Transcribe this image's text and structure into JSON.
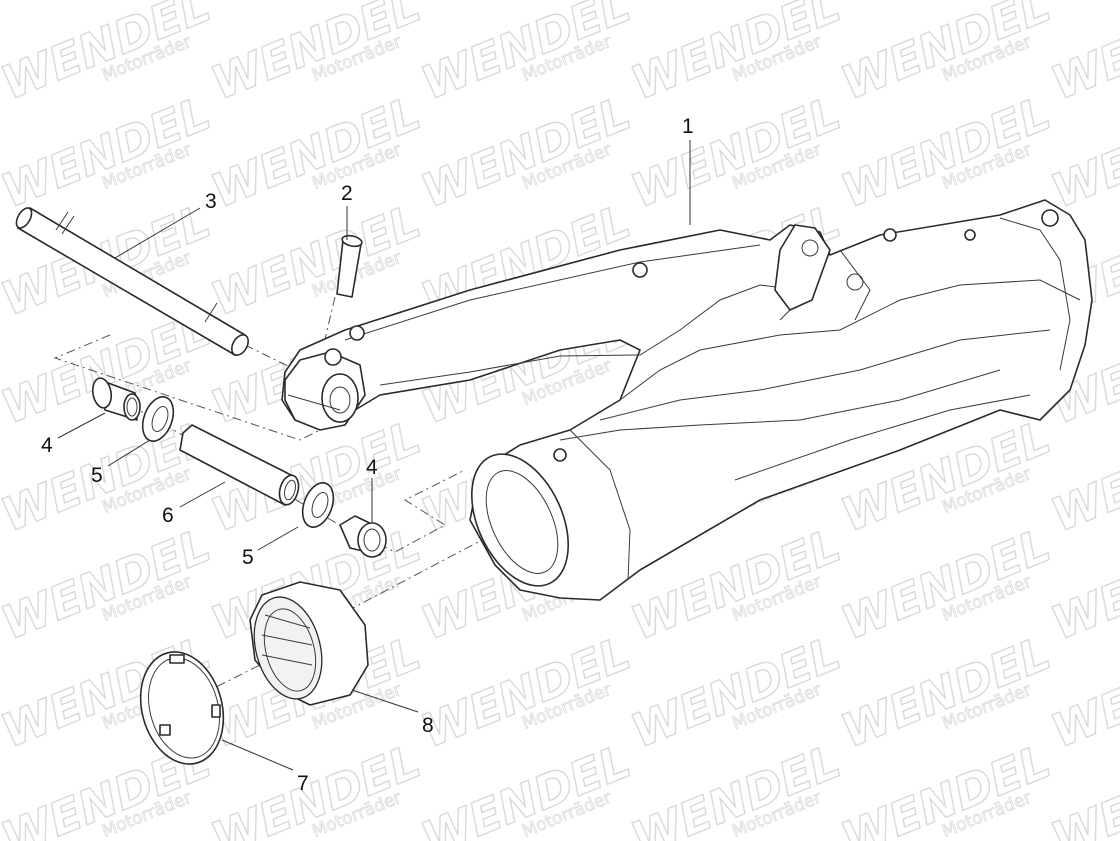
{
  "watermark": {
    "brand": "WENDEL",
    "sub": "Motorräder"
  },
  "callouts": [
    {
      "id": "1",
      "text": "1",
      "part": "swingarm"
    },
    {
      "id": "2",
      "text": "2",
      "part": "bolt"
    },
    {
      "id": "3",
      "text": "3",
      "part": "pivot-axle"
    },
    {
      "id": "4a",
      "text": "4",
      "part": "flanged-bushing-left"
    },
    {
      "id": "5a",
      "text": "5",
      "part": "washer-left"
    },
    {
      "id": "6",
      "text": "6",
      "part": "spacer-sleeve"
    },
    {
      "id": "4b",
      "text": "4",
      "part": "flanged-bushing-right"
    },
    {
      "id": "5b",
      "text": "5",
      "part": "washer-right"
    },
    {
      "id": "8",
      "text": "8",
      "part": "rubber-boot"
    },
    {
      "id": "7",
      "text": "7",
      "part": "clamp-ring"
    }
  ],
  "colors": {
    "line": "#2a2a2a",
    "watermark": "#d9d9d9",
    "background": "#ffffff"
  }
}
